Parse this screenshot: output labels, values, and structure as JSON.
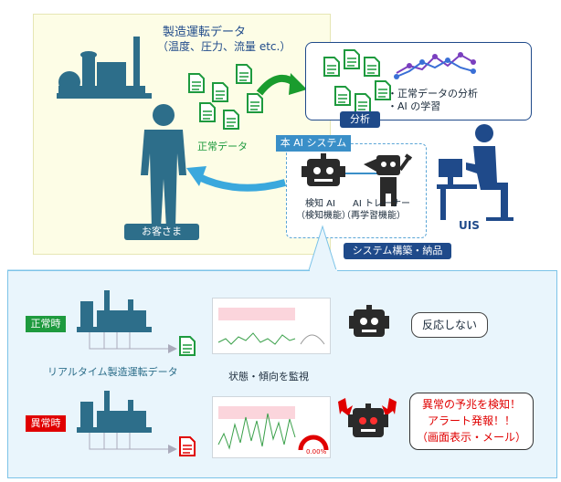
{
  "top": {
    "data_title": "製造運転データ",
    "data_subtitle": "（温度、圧力、流量 etc.）",
    "normal_data_label": "正常データ",
    "customer_label": "お客さま",
    "analysis_items": [
      "・正常データの分析",
      "・AI の学習"
    ],
    "analysis_label": "分析",
    "ai_system_label": "本 AI システム",
    "detector_label": [
      "検知 AI",
      "（検知機能）"
    ],
    "trainer_label": [
      "AI トレーナー",
      "（再学習機能）"
    ],
    "vendor_logo": "UIS",
    "build_label": "システム構築・納品"
  },
  "bottom": {
    "normal_badge": "正常時",
    "abnormal_badge": "異常時",
    "realtime_label": "リアルタイム製造運転データ",
    "monitor_label": "状態・傾向を監視",
    "normal_response": "反応しない",
    "abnormal_response": [
      "異常の予兆を検知！",
      "アラート発報！！",
      "（画面表示・メール）"
    ],
    "gauge_value": "0.00%"
  },
  "colors": {
    "navy": "#1f4a8a",
    "teal": "#2d6e8a",
    "green": "#1e9a3e",
    "red": "#e00000",
    "arrow_green": "#1a9c2e",
    "arrow_blue": "#3aa8dd"
  }
}
